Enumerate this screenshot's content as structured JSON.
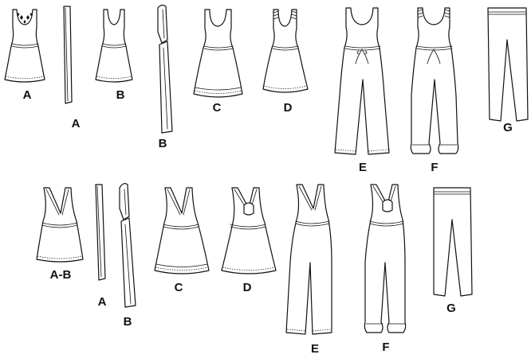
{
  "front_row": {
    "labels": [
      "A",
      "A",
      "B",
      "B",
      "C",
      "D",
      "E",
      "F",
      "G"
    ]
  },
  "back_row": {
    "labels": [
      "A-B",
      "A",
      "B",
      "C",
      "D",
      "E",
      "F",
      "G"
    ]
  }
}
